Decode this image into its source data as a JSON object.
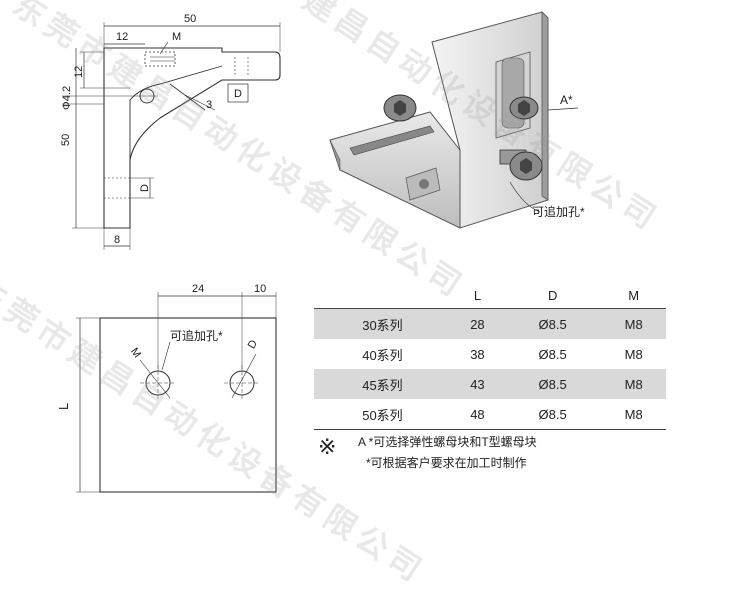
{
  "drawing": {
    "side_view": {
      "dim_width": "50",
      "dim_top": "12",
      "dim_m": "M",
      "dim_left": "12",
      "dim_hole": "Φ4.2",
      "dim_slot": "3",
      "dim_d_top": "D",
      "dim_height": "50",
      "dim_d_side": "D",
      "dim_bottom": "8"
    },
    "top_view": {
      "dim_24": "24",
      "dim_10": "10",
      "label_hole": "可追加孔*",
      "dim_l": "L",
      "dim_m": "M",
      "dim_d": "D"
    },
    "iso_view": {
      "label_a": "A*",
      "label_hole": "可追加孔*"
    }
  },
  "table": {
    "headers": [
      "",
      "L",
      "D",
      "M"
    ],
    "rows": [
      {
        "series": "30系列",
        "L": "28",
        "D": "Ø8.5",
        "M": "M8"
      },
      {
        "series": "40系列",
        "L": "38",
        "D": "Ø8.5",
        "M": "M8"
      },
      {
        "series": "45系列",
        "L": "43",
        "D": "Ø8.5",
        "M": "M8"
      },
      {
        "series": "50系列",
        "L": "48",
        "D": "Ø8.5",
        "M": "M8"
      }
    ]
  },
  "notes": {
    "symbol": "※",
    "line1": "A *可选择弹性螺母块和T型螺母块",
    "line2": "*可根据客户要求在加工时制作"
  },
  "watermark": {
    "text1": "东莞市建昌自动化设备有限公司",
    "text2": "东莞市建昌自动化设备有限公司",
    "text3": "建昌自动化设备有限公司"
  }
}
